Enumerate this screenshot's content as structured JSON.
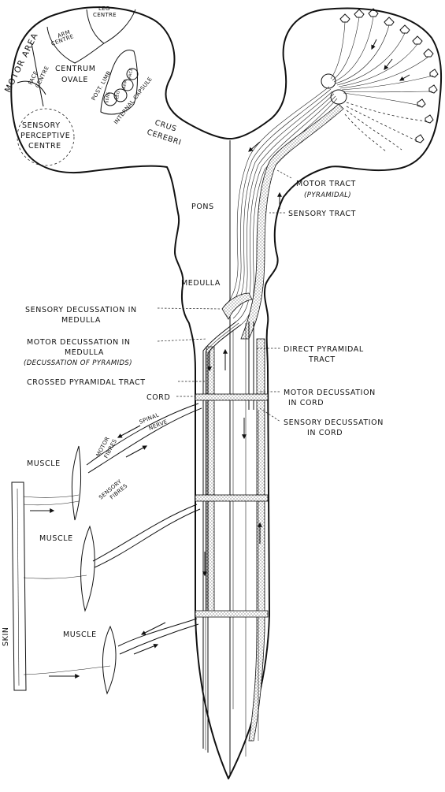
{
  "labels": {
    "motor_area": "MOTOR AREA",
    "leg_centre_1": "LEG",
    "leg_centre_2": "CENTRE",
    "arm_centre_1": "ARM",
    "arm_centre_2": "CENTRE",
    "face_centre_1": "FACE",
    "face_centre_2": "CENTRE",
    "centrum_ovale_1": "CENTRUM",
    "centrum_ovale_2": "OVALE",
    "post_limb": "POST. LIMB",
    "internal_capsule": "INTERNAL CAPSULE",
    "capsule_face": "FACE",
    "capsule_arm": "ARM",
    "capsule_leg": "LEG",
    "capsule_sensory": "SENS",
    "sensory_perceptive_1": "SENSORY",
    "sensory_perceptive_2": "PERCEPTIVE",
    "sensory_perceptive_3": "CENTRE",
    "crus_cerebri_1": "CRUS",
    "crus_cerebri_2": "CEREBRI",
    "pons": "PONS",
    "medulla": "MEDULLA",
    "motor_tract": "MOTOR TRACT",
    "motor_tract_sub": "(PYRAMIDAL)",
    "sensory_tract": "SENSORY TRACT",
    "sensory_decussation_medulla_1": "SENSORY DECUSSATION IN",
    "sensory_decussation_medulla_2": "MEDULLA",
    "motor_decussation_medulla_1": "MOTOR DECUSSATION IN",
    "motor_decussation_medulla_2": "MEDULLA",
    "motor_decussation_medulla_3": "(DECUSSATION OF PYRAMIDS)",
    "crossed_pyramidal": "CROSSED PYRAMIDAL TRACT",
    "cord": "CORD",
    "direct_pyramidal_1": "DIRECT PYRAMIDAL",
    "direct_pyramidal_2": "TRACT",
    "motor_decussation_cord_1": "MOTOR DECUSSATION",
    "motor_decussation_cord_2": "IN CORD",
    "sensory_decussation_cord_1": "SENSORY DECUSSATION",
    "sensory_decussation_cord_2": "IN CORD",
    "spinal_nerve_1": "SPINAL",
    "spinal_nerve_2": "NERVE",
    "motor_fibres_1": "MOTOR",
    "motor_fibres_2": "FIBRES",
    "sensory_fibres_1": "SENSORY",
    "sensory_fibres_2": "FIBRES",
    "muscle_1": "MUSCLE",
    "muscle_2": "MUSCLE",
    "muscle_3": "MUSCLE",
    "skin": "SKIN"
  }
}
